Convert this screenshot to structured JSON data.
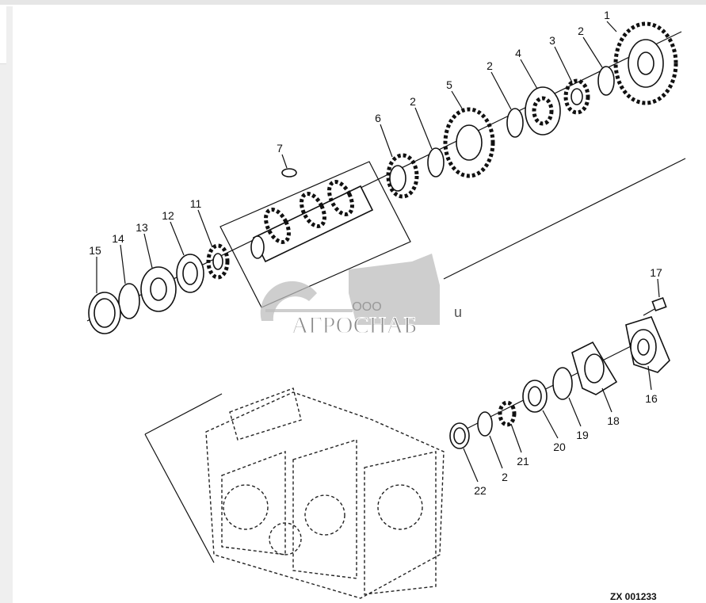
{
  "diagram": {
    "callouts": [
      "1",
      "2",
      "3",
      "4",
      "2",
      "5",
      "2",
      "6",
      "7",
      "11",
      "12",
      "13",
      "14",
      "15",
      "17",
      "16",
      "18",
      "19",
      "20",
      "21",
      "2",
      "22"
    ],
    "figure_code": "ZX 001233",
    "stray_mark": "u"
  },
  "watermark": {
    "prefix": "ООО",
    "name": "АГРОСНАБ"
  }
}
